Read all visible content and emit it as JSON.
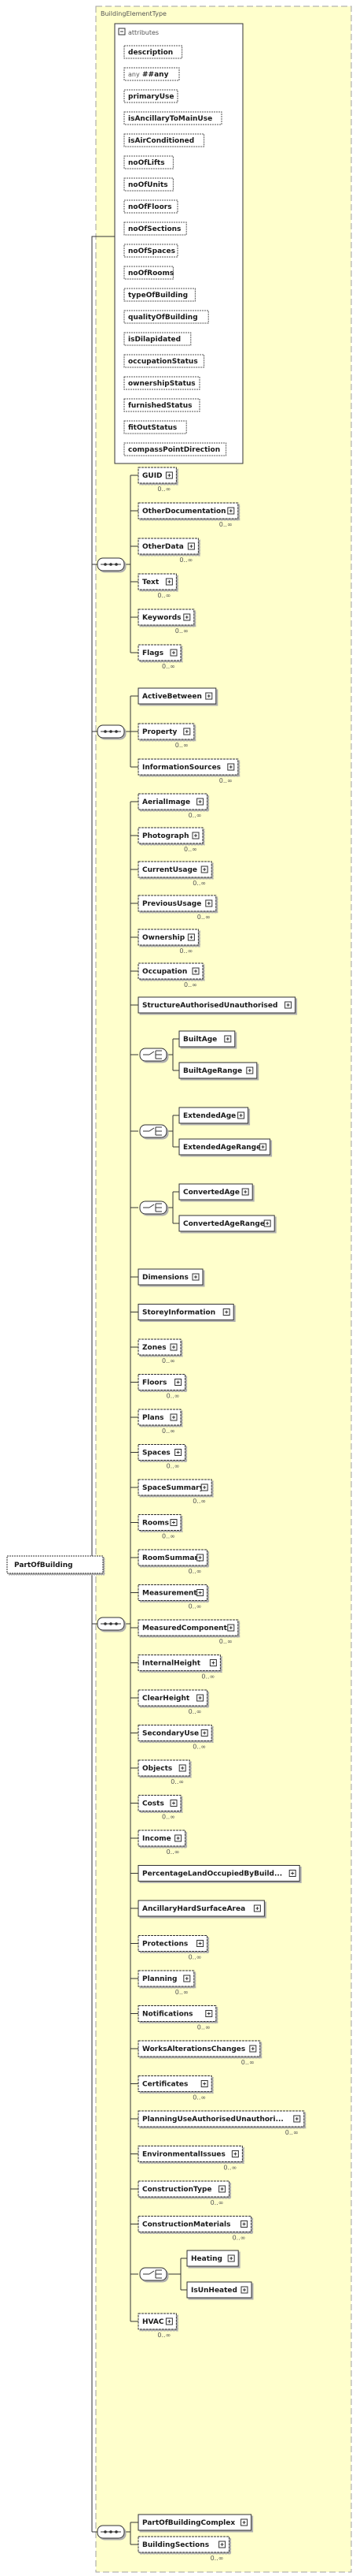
{
  "type_name": "BuildingElementType",
  "attributes_label": "attributes",
  "any_prefix": "any",
  "attributes": [
    "description",
    "##any",
    "primaryUse",
    "isAncillaryToMainUse",
    "isAirConditioned",
    "noOfLifts",
    "noOfUnits",
    "noOfFloors",
    "noOfSections",
    "noOfSpaces",
    "noOfRooms",
    "typeOfBuilding",
    "qualityOfBuilding",
    "isDilapidated",
    "occupationStatus",
    "ownershipStatus",
    "furnishedStatus",
    "fitOutStatus",
    "compassPointDirection"
  ],
  "root": "PartOfBuilding",
  "group1": [
    {
      "name": "GUID",
      "occ": "0..∞"
    },
    {
      "name": "OtherDocumentation",
      "occ": "0..∞"
    },
    {
      "name": "OtherData",
      "occ": "0..∞"
    },
    {
      "name": "Text",
      "occ": "0..∞"
    },
    {
      "name": "Keywords",
      "occ": "0..∞"
    },
    {
      "name": "Flags",
      "occ": "0..∞"
    }
  ],
  "group2": [
    {
      "name": "ActiveBetween",
      "occ": ""
    },
    {
      "name": "Property",
      "occ": "0..∞"
    },
    {
      "name": "InformationSources",
      "occ": "0..∞"
    }
  ],
  "group3": [
    {
      "name": "AerialImage",
      "occ": "0..∞"
    },
    {
      "name": "Photograph",
      "occ": "0..∞"
    },
    {
      "name": "CurrentUsage",
      "occ": "0..∞"
    },
    {
      "name": "PreviousUsage",
      "occ": "0..∞"
    },
    {
      "name": "Ownership",
      "occ": "0..∞"
    },
    {
      "name": "Occupation",
      "occ": "0..∞"
    },
    {
      "name": "StructureAuthorisedUnauthorised",
      "occ": ""
    }
  ],
  "choices": [
    {
      "items": [
        "BuiltAge",
        "BuiltAgeRange"
      ]
    },
    {
      "items": [
        "ExtendedAge",
        "ExtendedAgeRange"
      ]
    },
    {
      "items": [
        "ConvertedAge",
        "ConvertedAgeRange"
      ]
    }
  ],
  "group3b": [
    {
      "name": "Dimensions",
      "occ": ""
    },
    {
      "name": "StoreyInformation",
      "occ": ""
    },
    {
      "name": "Zones",
      "occ": "0..∞"
    },
    {
      "name": "Floors",
      "occ": "0..∞"
    },
    {
      "name": "Plans",
      "occ": "0..∞"
    },
    {
      "name": "Spaces",
      "occ": "0..∞"
    },
    {
      "name": "SpaceSummary",
      "occ": "0..∞"
    },
    {
      "name": "Rooms",
      "occ": "0..∞"
    },
    {
      "name": "RoomSummary",
      "occ": "0..∞"
    },
    {
      "name": "Measurement",
      "occ": "0..∞"
    },
    {
      "name": "MeasuredComponents",
      "occ": "0..∞"
    },
    {
      "name": "InternalHeight",
      "occ": "0..∞"
    },
    {
      "name": "ClearHeight",
      "occ": "0..∞"
    },
    {
      "name": "SecondaryUse",
      "occ": "0..∞"
    },
    {
      "name": "Objects",
      "occ": "0..∞"
    },
    {
      "name": "Costs",
      "occ": "0..∞"
    },
    {
      "name": "Income",
      "occ": "0..∞"
    },
    {
      "name": "PercentageLandOccupiedByBuild...",
      "occ": ""
    },
    {
      "name": "AncillaryHardSurfaceArea",
      "occ": ""
    },
    {
      "name": "Protections",
      "occ": "0..∞"
    },
    {
      "name": "Planning",
      "occ": "0..∞"
    },
    {
      "name": "Notifications",
      "occ": "0..∞"
    },
    {
      "name": "WorksAlterationsChanges",
      "occ": "0..∞"
    },
    {
      "name": "Certificates",
      "occ": "0..∞"
    },
    {
      "name": "PlanningUseAuthorisedUnauthori...",
      "occ": "0..∞"
    },
    {
      "name": "EnvironmentalIssues",
      "occ": "0..∞"
    },
    {
      "name": "ConstructionType",
      "occ": "0..∞"
    },
    {
      "name": "ConstructionMaterials",
      "occ": "0..∞"
    }
  ],
  "heating_choice": [
    "Heating",
    "IsUnHeated"
  ],
  "hvac": {
    "name": "HVAC",
    "occ": "0..∞"
  },
  "group4": [
    {
      "name": "PartOfBuildingComplex",
      "occ": ""
    },
    {
      "name": "BuildingSections",
      "occ": "0..∞"
    }
  ]
}
